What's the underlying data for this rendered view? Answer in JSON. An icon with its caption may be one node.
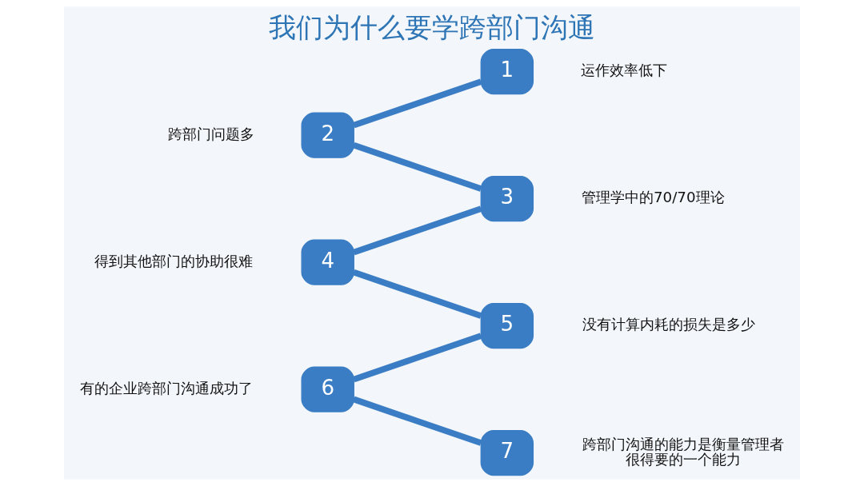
{
  "diagram": {
    "title": "我们为什么要学跨部门沟通",
    "nodes": [
      {
        "text": [
          "1"
        ],
        "beside": [
          "运作效率低下"
        ]
      },
      {
        "text": [
          "2"
        ],
        "beside": [
          "跨部门问题多"
        ]
      },
      {
        "text": [
          "3"
        ],
        "beside": [
          "管理学中的70/70理论"
        ]
      },
      {
        "text": [
          "4"
        ],
        "beside": [
          "得到其他部门的协助很难"
        ]
      },
      {
        "text": [
          "5"
        ],
        "beside": [
          "没有计算内耗的损失是多少"
        ]
      },
      {
        "text": [
          "6"
        ],
        "beside": [
          "有的企业跨部门沟通成功了"
        ]
      },
      {
        "text": [
          "7"
        ],
        "beside": [
          "跨部门沟通的能力是衡量管理者很得要的一个能力"
        ]
      }
    ],
    "edges": [
      {
        "from": 0,
        "to": 1,
        "arrow": "none"
      },
      {
        "from": 1,
        "to": 2,
        "arrow": "none"
      },
      {
        "from": 2,
        "to": 3,
        "arrow": "none"
      },
      {
        "from": 3,
        "to": 4,
        "arrow": "none"
      },
      {
        "from": 4,
        "to": 5,
        "arrow": "none"
      },
      {
        "from": 5,
        "to": 6,
        "arrow": "none"
      }
    ]
  }
}
